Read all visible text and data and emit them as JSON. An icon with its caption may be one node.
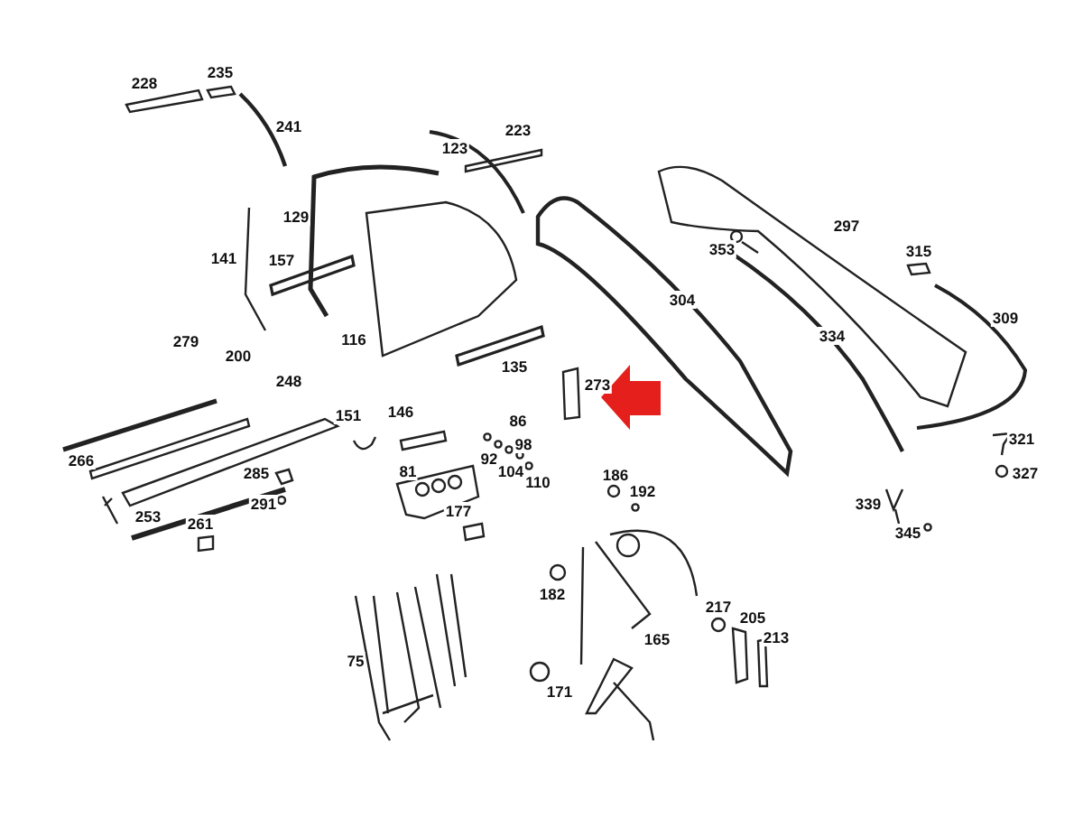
{
  "diagram": {
    "labels": [
      "235",
      "228",
      "241",
      "223",
      "123",
      "129",
      "297",
      "315",
      "353",
      "141",
      "157",
      "304",
      "309",
      "116",
      "334",
      "279",
      "200",
      "135",
      "248",
      "273",
      "151",
      "146",
      "86",
      "98",
      "321",
      "266",
      "92",
      "186",
      "104",
      "81",
      "285",
      "110",
      "327",
      "192",
      "253",
      "339",
      "291",
      "177",
      "261",
      "345",
      "182",
      "217",
      "205",
      "165",
      "213",
      "75",
      "171"
    ]
  }
}
